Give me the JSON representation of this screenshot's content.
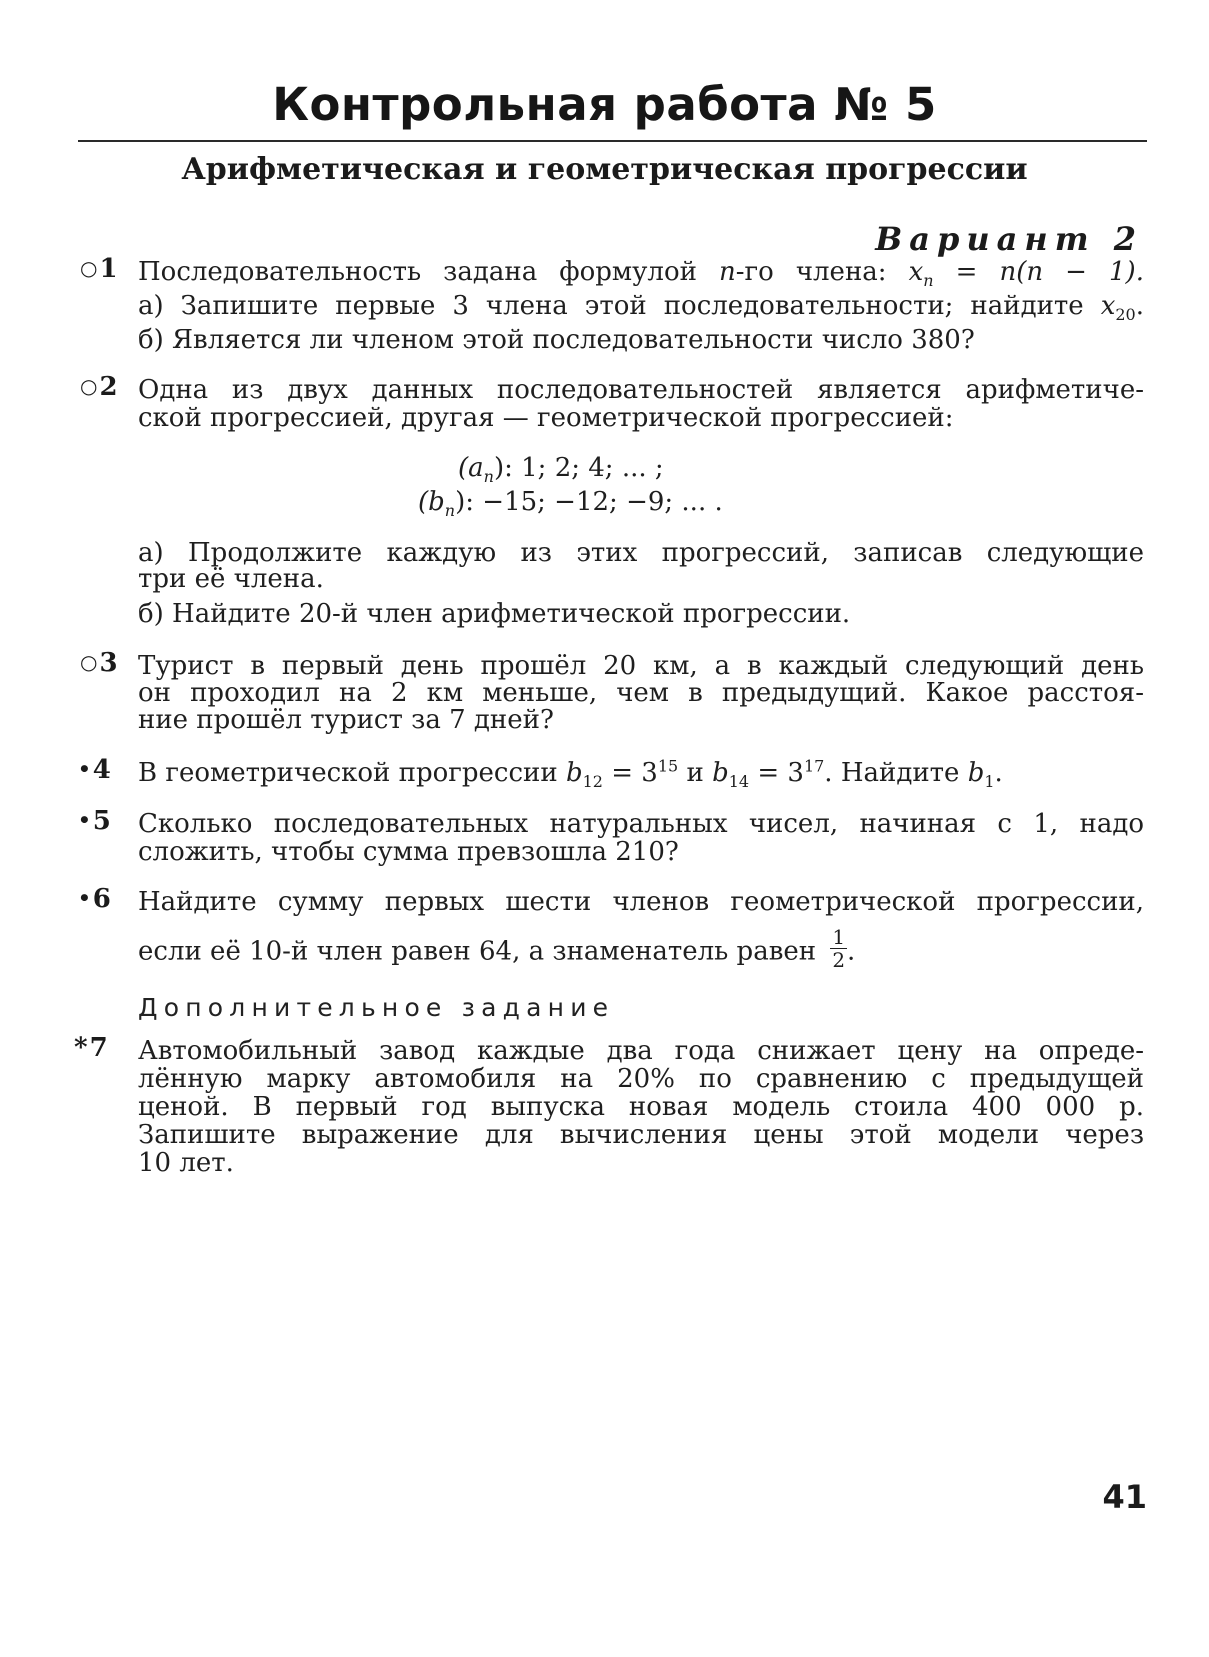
{
  "header": {
    "title": "Контрольная работа № 5",
    "subtitle": "Арифметическая и геометрическая прогрессии",
    "variant": "Вариант 2"
  },
  "tasks": [
    {
      "marker": "○",
      "number": "1",
      "lines": [
        "Последовательность задана формулой ",
        "n",
        "-го члена: ",
        "x",
        "n",
        " = ",
        "n(n − 1).",
        "а) Запишите первые 3 члена этой последовательности; найдите ",
        "x",
        "20",
        ".",
        "б) Является ли членом этой последовательности число 380?"
      ]
    },
    {
      "marker": "○",
      "number": "2",
      "lines": [
        "Одна из двух данных последовательностей является арифметиче-",
        "ской прогрессией, другая — геометрической прогрессией:",
        "(a",
        "n",
        "): 1; 2; 4; ... ;",
        "(b",
        "n",
        "): −15; −12; −9; ... .",
        "а) Продолжите каждую из этих прогрессий, записав следующие",
        "три её члена.",
        "б) Найдите 20-й член арифметической прогрессии."
      ]
    },
    {
      "marker": "○",
      "number": "3",
      "lines": [
        "Турист в первый день прошёл 20 км, а в каждый следующий день",
        "он проходил на 2 км меньше, чем в предыдущий. Какое расстоя-",
        "ние прошёл турист за 7 дней?"
      ]
    },
    {
      "marker": "•",
      "number": "4",
      "lines": [
        "В геометрической прогрессии ",
        "b",
        "12",
        " = 3",
        "15",
        " и ",
        "b",
        "14",
        " = 3",
        "17",
        ". Найдите ",
        "b",
        "1",
        "."
      ]
    },
    {
      "marker": "•",
      "number": "5",
      "lines": [
        "Сколько последовательных натуральных чисел, начиная с 1, надо",
        "сложить, чтобы сумма превзошла 210?"
      ]
    },
    {
      "marker": "•",
      "number": "6",
      "lines": [
        "Найдите сумму первых шести членов геометрической прогрессии,",
        "если её 10-й член равен 64, а знаменатель равен ",
        "1",
        "2",
        "."
      ]
    },
    {
      "marker": "*",
      "number": "7",
      "lines": [
        "Автомобильный завод каждые два года снижает цену на опреде-",
        "лённую марку автомобиля на 20% по сравнению с предыдущей",
        "ценой. В первый год выпуска новая модель стоила 400 000 р.",
        "Запишите выражение для вычисления цены этой модели через",
        "10 лет."
      ]
    }
  ],
  "extra_heading": "Дополнительное задание",
  "page_number": "41"
}
